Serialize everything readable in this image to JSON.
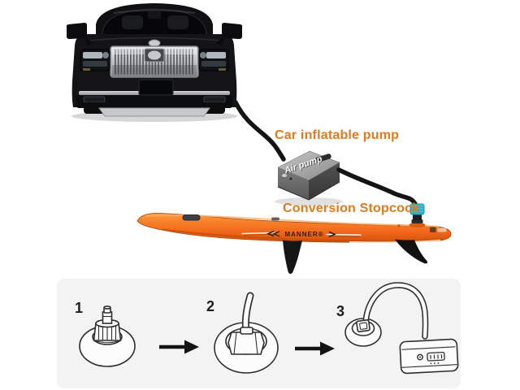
{
  "image": {
    "type": "product-instruction-graphic",
    "background_color": "#ffffff",
    "accent_color": "#e2791c"
  },
  "callouts": {
    "pump": "Car inflatable pump",
    "stopcock": "Conversion Stopcock"
  },
  "pump_device": {
    "label": "Air pump",
    "body_color": "#8f9092",
    "cable_color": "#141414"
  },
  "stopcock": {
    "cap_color": "#3cc0d2"
  },
  "board": {
    "brand": "MANNER®",
    "color": "#f2661a"
  },
  "car": {
    "body_color": "#121214"
  },
  "instruction_panel": {
    "background_color": "#f3f3f4",
    "steps": [
      {
        "number": "1",
        "icon": "valve-on-board-icon"
      },
      {
        "number": "2",
        "icon": "valve-with-hose-icon"
      },
      {
        "number": "3",
        "icon": "valve-connected-to-pump-icon"
      }
    ]
  }
}
